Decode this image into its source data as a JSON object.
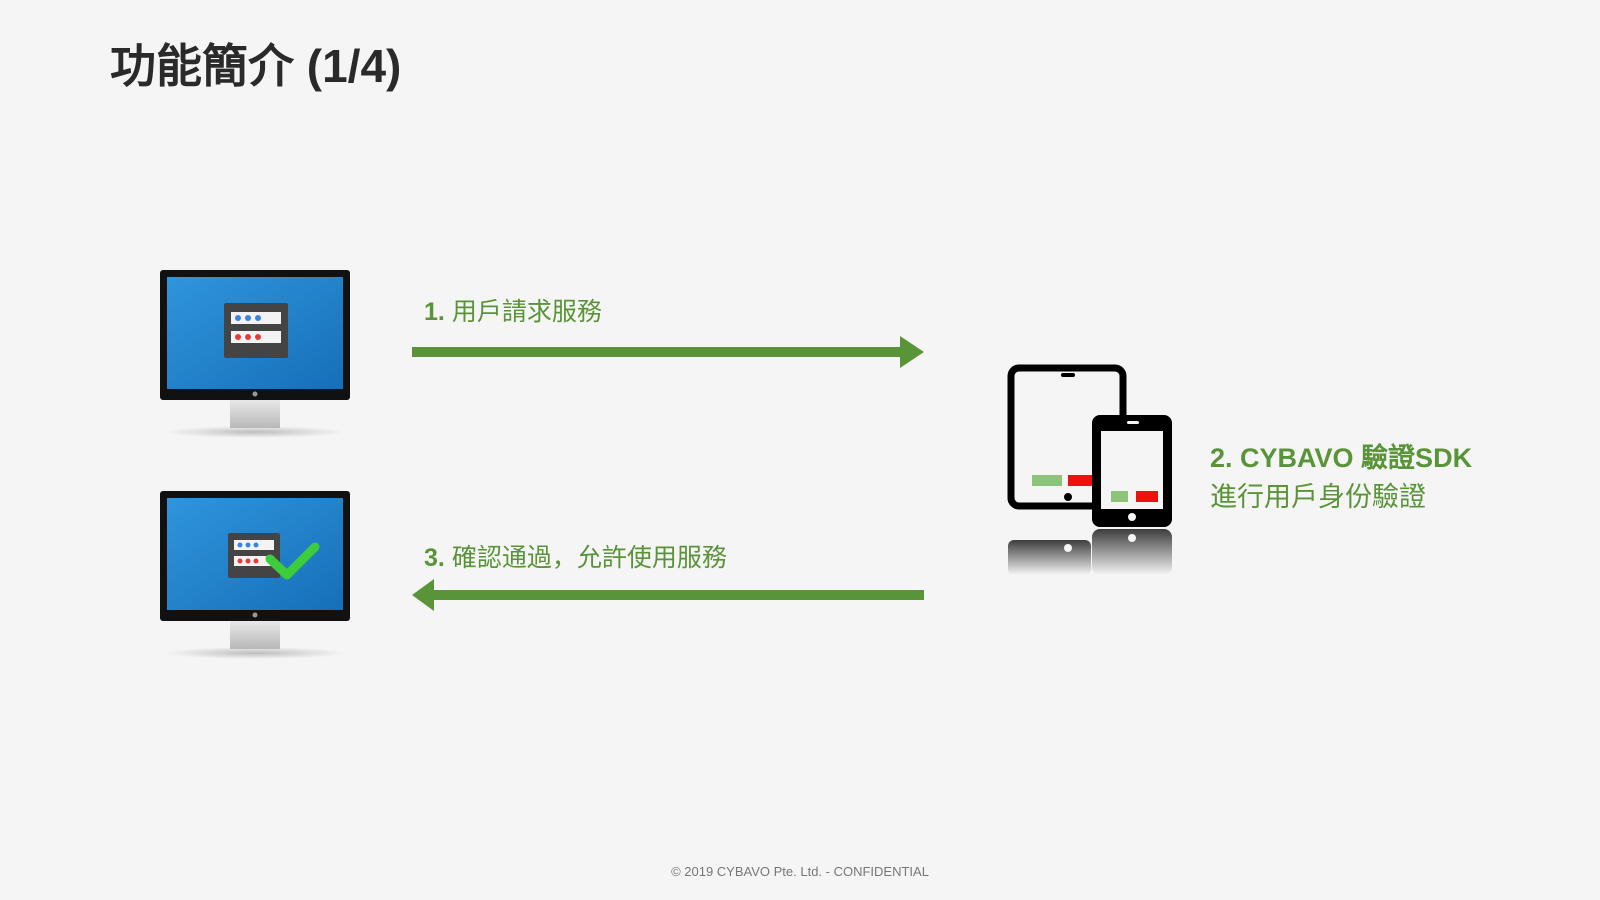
{
  "title": "功能簡介 (1/4)",
  "steps": {
    "step1": {
      "number": "1.",
      "text": "用戶請求服務"
    },
    "step2": {
      "line1_number": "2.",
      "line1_text": "CYBAVO 驗證SDK",
      "line2_text": "進行用戶身份驗證"
    },
    "step3": {
      "number": "3.",
      "text": "確認通過，允許使用服務"
    }
  },
  "footer": "© 2019 CYBAVO Pte. Ltd. - CONFIDENTIAL",
  "colors": {
    "accent": "#5a9438",
    "screen": "#1e7fc8",
    "check": "#3ccc3c",
    "alert": "#ee1111"
  }
}
